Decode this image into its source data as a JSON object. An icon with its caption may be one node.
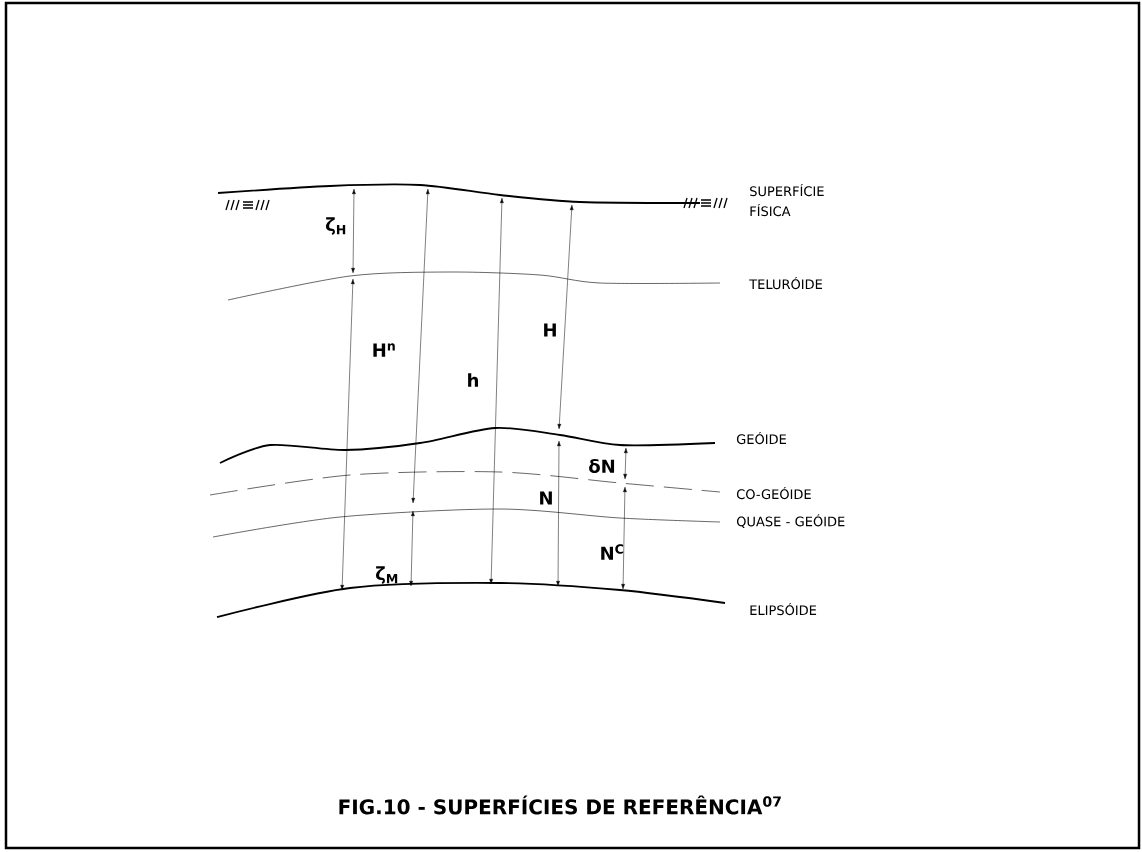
{
  "diagram": {
    "caption": "FIG.10 - SUPERFÍCIES DE REFERÊNCIA$^{07}$",
    "labels": [
      "SUPERFÍCIE FÍSICA",
      "ζ$_{H}$",
      "TELURÓIDE",
      "H",
      "H$^{n}$",
      "h",
      "GEÓIDE",
      "δN",
      "CO-GEÓIDE",
      "N",
      "QUASE - GEÓIDE",
      "N$^{C}$",
      "ζ$_{M}$",
      "ELIPSÓIDE"
    ]
  }
}
